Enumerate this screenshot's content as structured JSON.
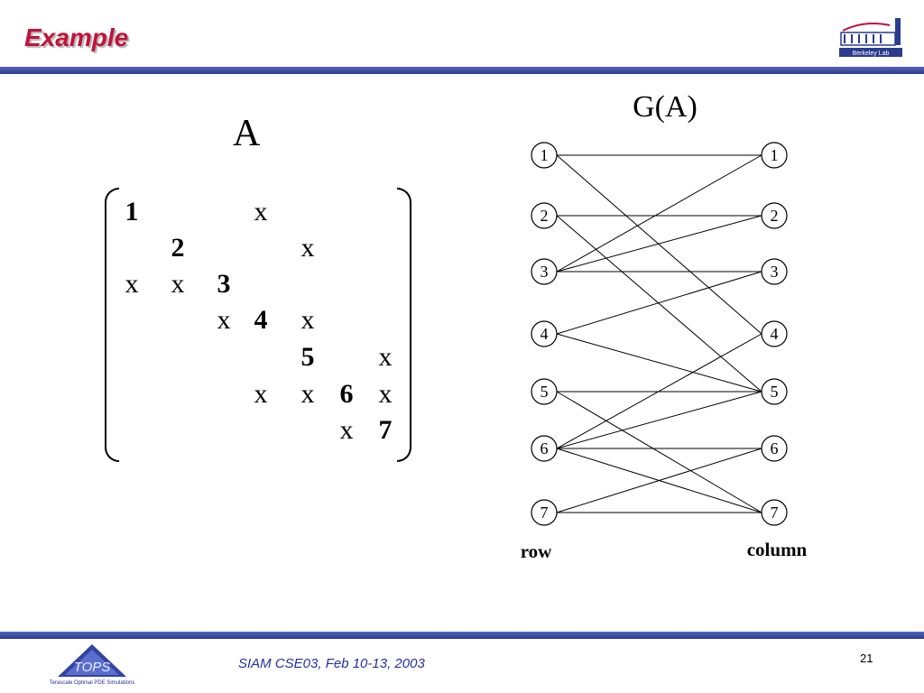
{
  "slide": {
    "title": "Example",
    "footer": "SIAM CSE03, Feb 10-13, 2003",
    "page_number": "21",
    "accent_color": "#c0143c",
    "bar_color": "#3344a0"
  },
  "logos": {
    "berkeley_lab": {
      "text": "Berkeley Lab"
    },
    "tops": {
      "text": "TOPS",
      "subtitle": "Terascale Optimal PDE Simulations"
    }
  },
  "matrix": {
    "label": "A",
    "rows": [
      [
        "1",
        "",
        "",
        "x",
        "",
        "",
        ""
      ],
      [
        "",
        "2",
        "",
        "",
        "x",
        "",
        ""
      ],
      [
        "x",
        "x",
        "3",
        "",
        "",
        "",
        ""
      ],
      [
        "",
        "",
        "x",
        "4",
        "x",
        "",
        ""
      ],
      [
        "",
        "",
        "",
        "",
        "5",
        "",
        "x"
      ],
      [
        "",
        "",
        "",
        "x",
        "x",
        "6",
        "x"
      ],
      [
        "",
        "",
        "",
        "",
        "",
        "x",
        "7"
      ]
    ]
  },
  "graph": {
    "title": "G(A)",
    "row_label": "row",
    "column_label": "column",
    "row_nodes": [
      "1",
      "2",
      "3",
      "4",
      "5",
      "6",
      "7"
    ],
    "column_nodes": [
      "1",
      "2",
      "3",
      "4",
      "5",
      "6",
      "7"
    ],
    "edges": [
      [
        1,
        1
      ],
      [
        1,
        4
      ],
      [
        2,
        2
      ],
      [
        2,
        5
      ],
      [
        3,
        1
      ],
      [
        3,
        2
      ],
      [
        3,
        3
      ],
      [
        4,
        3
      ],
      [
        4,
        5
      ],
      [
        5,
        5
      ],
      [
        5,
        7
      ],
      [
        6,
        4
      ],
      [
        6,
        5
      ],
      [
        6,
        6
      ],
      [
        6,
        7
      ],
      [
        7,
        6
      ],
      [
        7,
        7
      ]
    ]
  }
}
